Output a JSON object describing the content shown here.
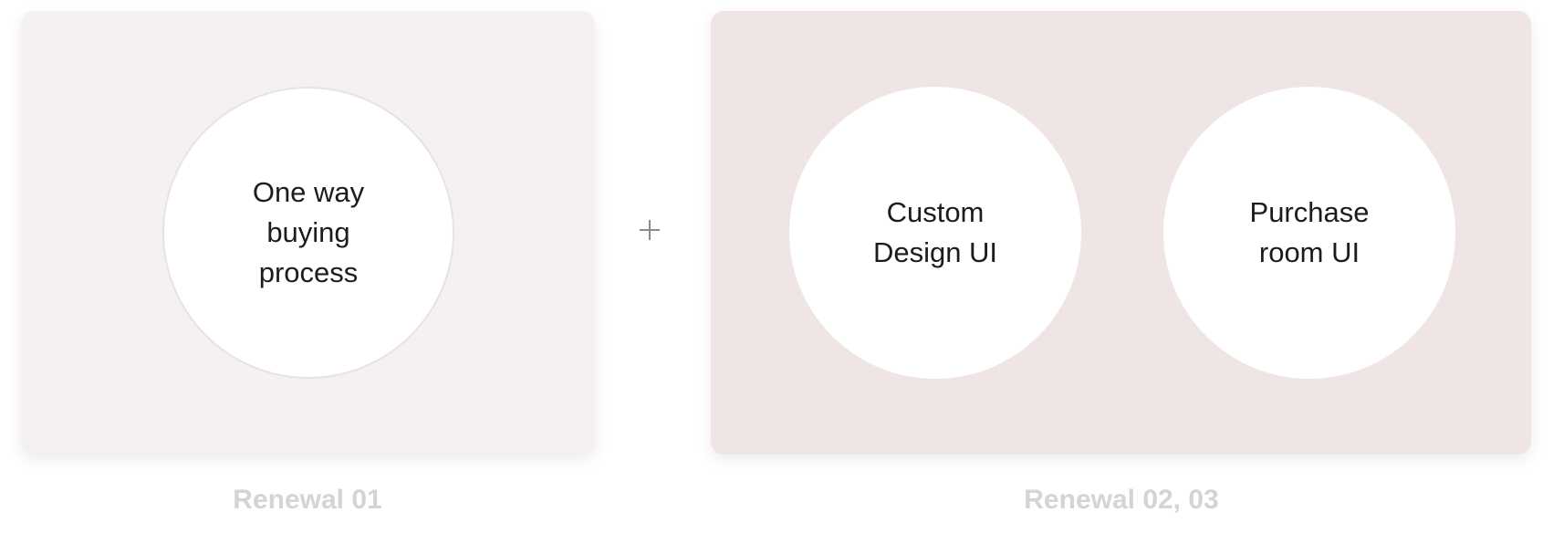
{
  "left_group": {
    "circle_label": "One way\nbuying\nprocess",
    "caption": "Renewal 01",
    "background": "#f6f1f1"
  },
  "connector": {
    "symbol": "plus-icon"
  },
  "right_group": {
    "circles": [
      {
        "label": "Custom\nDesign UI"
      },
      {
        "label": "Purchase\nroom UI"
      }
    ],
    "caption": "Renewal 02, 03",
    "background": "#efe5e4"
  },
  "colors": {
    "circle_fill": "#ffffff",
    "caption_text": "#d4d4d4",
    "label_text": "#1c1c1c",
    "plus_icon": "#8a8a8a"
  }
}
